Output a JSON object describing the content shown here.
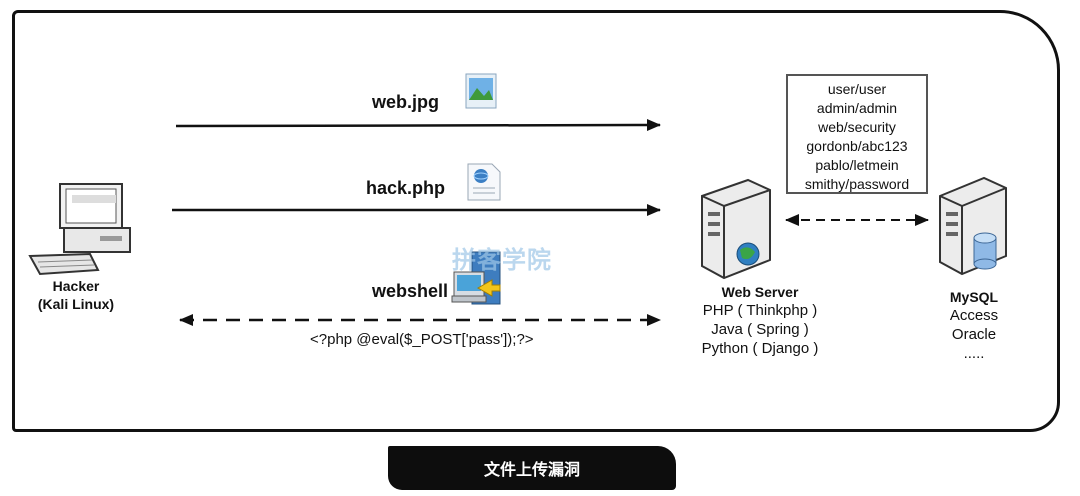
{
  "arrows": {
    "upload1_label": "web.jpg",
    "upload2_label": "hack.php",
    "shell_label": "webshell",
    "shell_code": "<?php @eval($_POST['pass']);?>"
  },
  "hacker": {
    "title_line1": "Hacker",
    "title_line2": "(Kali Linux)"
  },
  "web_server": {
    "title": "Web Server",
    "stacks": [
      "PHP ( Thinkphp )",
      "Java ( Spring )",
      "Python ( Django )"
    ]
  },
  "database": {
    "title": "MySQL",
    "items": [
      "Access",
      "Oracle",
      "....."
    ]
  },
  "credentials": [
    "user/user",
    "admin/admin",
    "web/security",
    "gordonb/abc123",
    "pablo/letmein",
    "smithy/password"
  ],
  "watermark": "拼客学院",
  "caption": "文件上传漏洞"
}
